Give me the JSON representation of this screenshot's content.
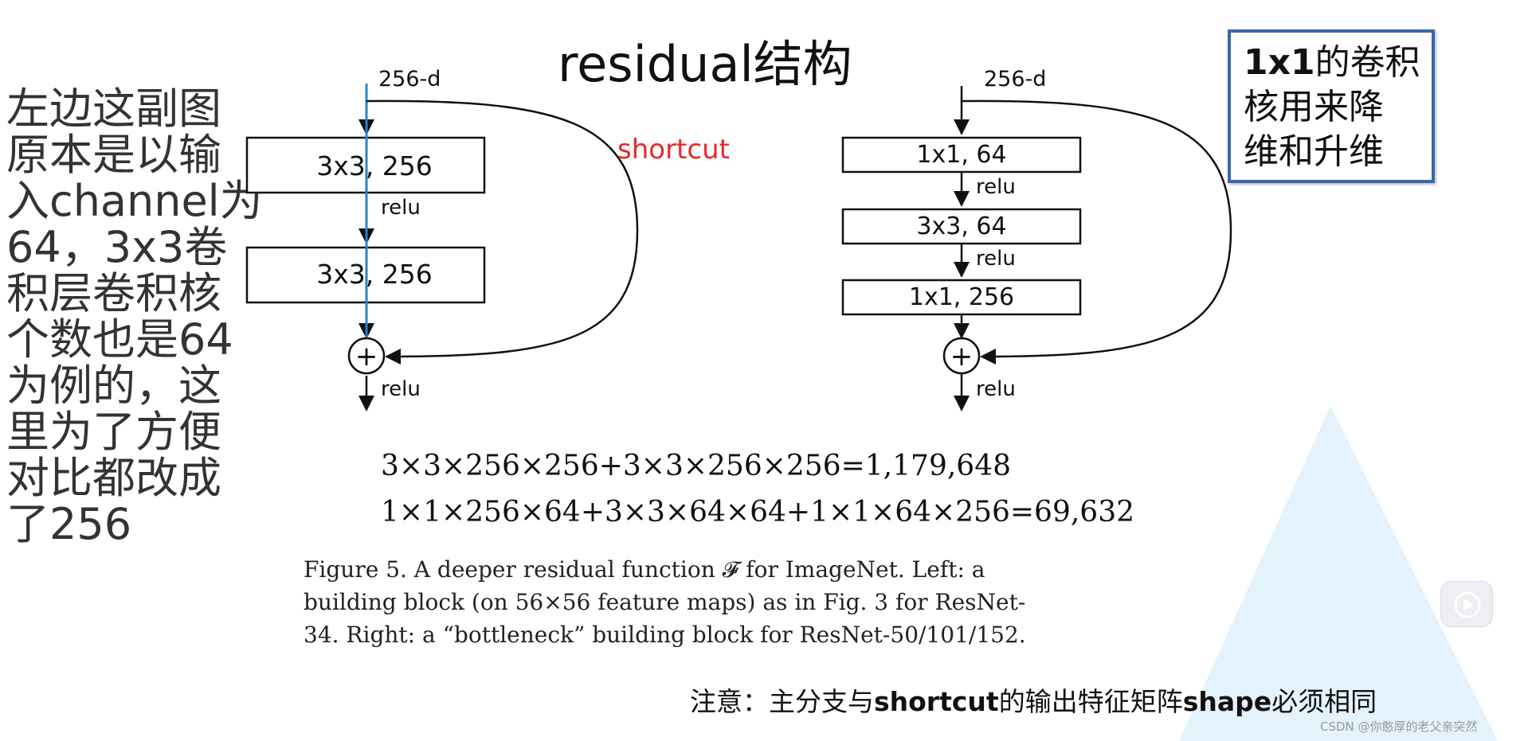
{
  "title": "residual结构",
  "left_note": {
    "lines": [
      "左边这副图",
      "原本是以输",
      "入channel为",
      "64，3x3卷",
      "积层卷积核",
      "个数也是64",
      "为例的，这",
      "里为了方便",
      "对比都改成",
      "了256"
    ]
  },
  "callout": {
    "line1_bold": "1x1",
    "line1_rest": "的卷积",
    "line2": "核用来降",
    "line3": "维和升维"
  },
  "left_block": {
    "input_label": "256-d",
    "layer1": "3x3, 256",
    "relu1": "relu",
    "layer2": "3x3, 256",
    "add_symbol": "+",
    "relu_out": "relu",
    "shortcut_label": "shortcut"
  },
  "right_block": {
    "input_label": "256-d",
    "layer1": "1x1, 64",
    "relu1": "relu",
    "layer2": "3x3, 64",
    "relu2": "relu",
    "layer3": "1x1, 256",
    "add_symbol": "+",
    "relu_out": "relu"
  },
  "equations": {
    "eq1": "3×3×256×256+3×3×256×256=1,179,648",
    "eq2": "1×1×256×64+3×3×64×64+1×1×64×256=69,632"
  },
  "caption": {
    "line1": "Figure 5. A deeper residual function 𝓕 for ImageNet.  Left: a",
    "line2": "building block (on 56×56 feature maps) as in Fig. 3 for ResNet-",
    "line3": "34. Right: a “bottleneck” building block for ResNet-50/101/152."
  },
  "bottom_note": {
    "part1": "注意：主分支与",
    "part2_bold": "shortcut",
    "part3": "的输出特征矩阵",
    "part4_bold": "shape",
    "part5": "必须相同"
  },
  "watermark": "CSDN @你憨厚的老父亲突然",
  "colors": {
    "shortcut_label": "#e8282b",
    "highlight_line": "#2e7fd0",
    "callout_border": "#3a67ad",
    "deco_triangle": "#cfe8f7"
  },
  "icons": {
    "play_button": "play-icon"
  }
}
